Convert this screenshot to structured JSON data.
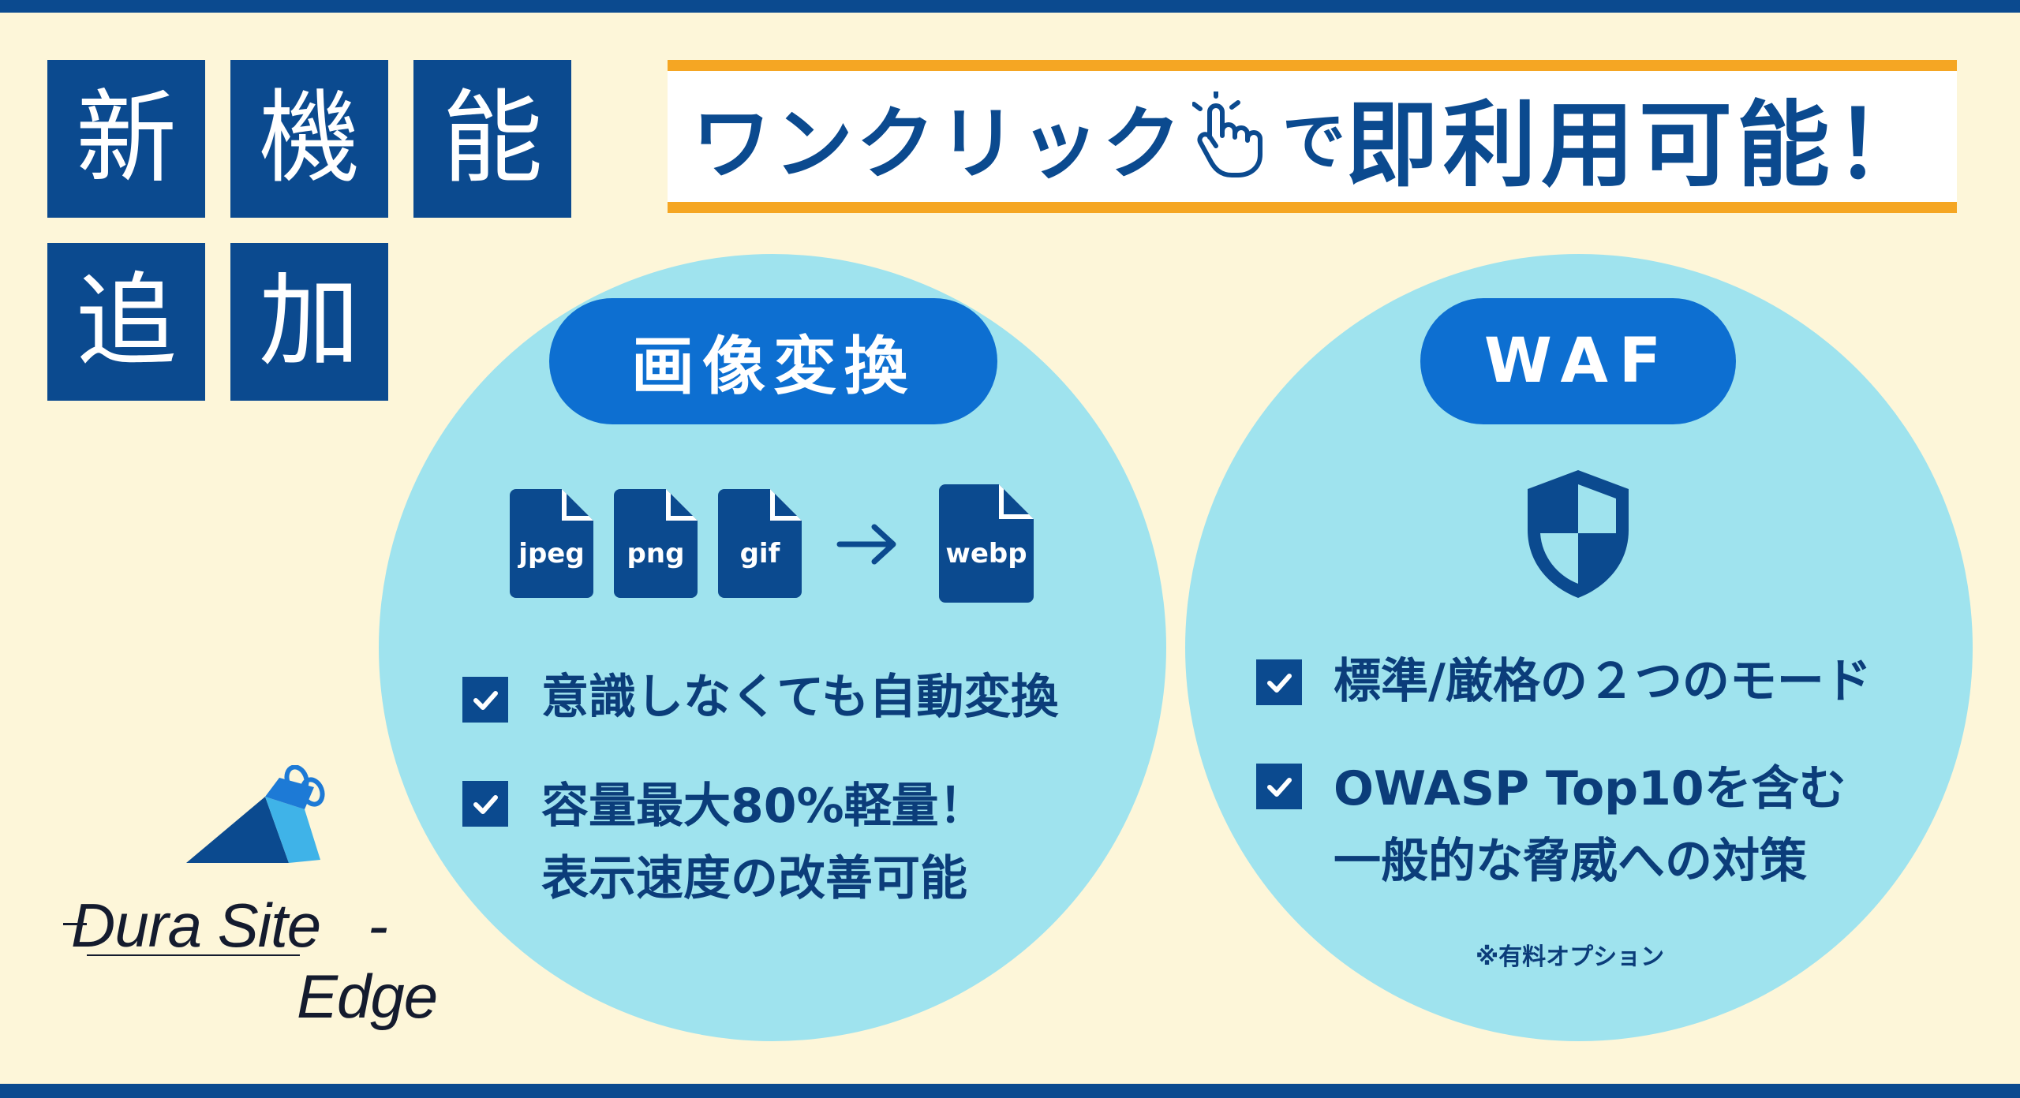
{
  "tiles": [
    "新",
    "機",
    "能",
    "追",
    "加"
  ],
  "banner": {
    "lead": "ワンクリック",
    "particle": "で",
    "main": "即利用可能！",
    "hand_icon": "pointing-hand-icon"
  },
  "image_conversion": {
    "title": "画像変換",
    "formats_from": [
      "jpeg",
      "png",
      "gif"
    ],
    "format_to": "webp",
    "arrow_icon": "arrow-right-icon",
    "items": [
      {
        "lines": [
          "意識しなくても自動変換"
        ]
      },
      {
        "lines": [
          "容量最大80%軽量！",
          "表示速度の改善可能"
        ]
      }
    ]
  },
  "waf": {
    "title": "WAF",
    "shield_icon": "shield-icon",
    "items": [
      {
        "lines": [
          "標準/厳格の２つのモード"
        ]
      },
      {
        "lines": [
          "OWASP Top10を含む",
          "一般的な脅威への対策"
        ]
      }
    ],
    "note": "※有料オプション"
  },
  "logo": {
    "line1": "Dura Site",
    "dash": "-",
    "line2": "Edge"
  },
  "colors": {
    "navy": "#0b4a8f",
    "blue": "#0d6fd1",
    "orange": "#f5a623",
    "cream": "#fdf6d9",
    "circle": "#9fe3ee"
  }
}
